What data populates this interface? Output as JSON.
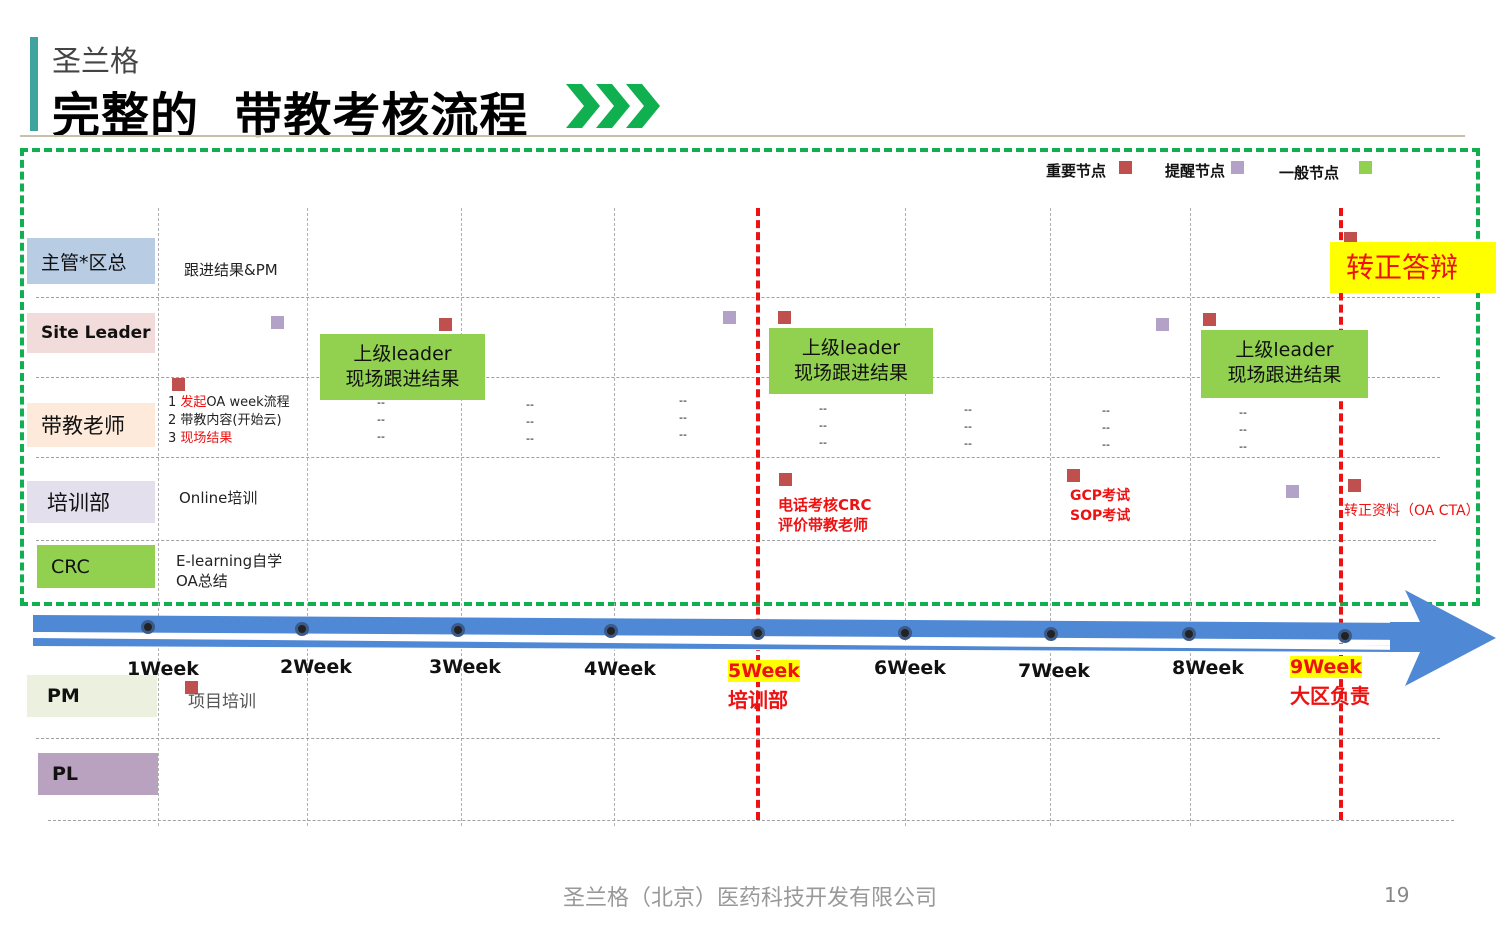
{
  "header": {
    "brand": "圣兰格",
    "title": "完整的  带教考核流程"
  },
  "legend": {
    "important": "重要节点",
    "reminder": "提醒节点",
    "general": "一般节点"
  },
  "colors": {
    "important": "#c0504d",
    "reminder": "#b3a2c7",
    "general": "#92d050",
    "milestone": "#ee1111",
    "frame": "#10b050",
    "timeline": "#4f88d4"
  },
  "rows": {
    "supervisor": "主管*区总",
    "site_leader": "Site Leader",
    "mentor": "带教老师",
    "training": "培训部",
    "crc": "CRC",
    "pm": "PM",
    "pl": "PL"
  },
  "cells": {
    "supervisor_w1": "跟进结果&PM",
    "mentor_w1": {
      "l1_num": "1 ",
      "l1_red": "发起",
      "l1_rest": "OA week流程",
      "l2": "2 带教内容(开始云)",
      "l3_num": "3 ",
      "l3_red": "现场结果"
    },
    "training_w1": "Online培训",
    "crc_w1_l1": "E-learning自学",
    "crc_w1_l2": "OA总结",
    "pm_w1": "项目培训",
    "training_w5_l1": "电话考核CRC",
    "training_w5_l2": "评价带教老师",
    "training_w7_l1": "GCP考试",
    "training_w7_l2": "SOP考试",
    "training_w9": "转正资料（OA CTA）",
    "supervisor_w9": "转正答辩"
  },
  "leader_box": {
    "l1": "上级leader",
    "l2": "现场跟进结果"
  },
  "dash": "--\n--\n--",
  "weeks": [
    "1Week",
    "2Week",
    "3Week",
    "4Week",
    "5Week",
    "6Week",
    "7Week",
    "8Week",
    "9Week"
  ],
  "week_notes": {
    "w5": "培训部",
    "w9": "大区负责"
  },
  "footer": {
    "company": "圣兰格（北京）医药科技开发有限公司",
    "page": "19"
  }
}
